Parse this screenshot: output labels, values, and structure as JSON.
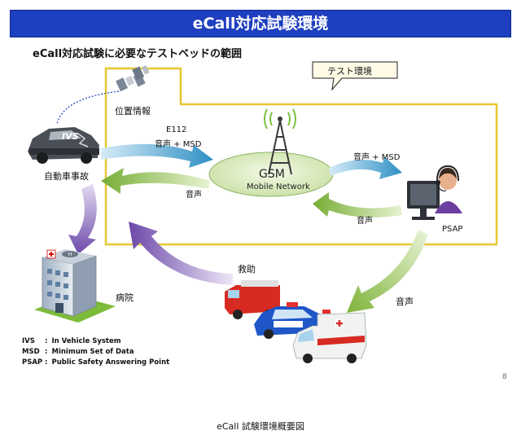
{
  "title": "eCall対応試験環境",
  "subtitle": "eCall対応試験に必要なテストベッドの範囲",
  "test_env_label": "テスト環境",
  "nodes": {
    "location": "位置情報",
    "ivs": "IVS",
    "accident": "自動車事故",
    "network_name": "GSM",
    "network_sub": "Mobile Network",
    "psap": "PSAP",
    "hospital": "病院"
  },
  "flows": {
    "e112": "E112",
    "voice_msd_left": "音声 + MSD",
    "voice_left": "音声",
    "voice_msd_right": "音声 + MSD",
    "voice_right": "音声",
    "rescue": "救助",
    "voice_bottom": "音声"
  },
  "abbreviations": [
    {
      "abbr": "IVS",
      "sep": ":",
      "full": "In Vehicle System"
    },
    {
      "abbr": "MSD",
      "sep": ":",
      "full": "Minimum Set of Data"
    },
    {
      "abbr": "PSAP",
      "sep": ":",
      "full": "Public Safety Answering Point"
    }
  ],
  "page_number": "8",
  "caption": "eCall 試験環境概要図",
  "colors": {
    "title_bar": "#1e3fbf",
    "test_env_border": "#e6c632",
    "arrow_blue": "#3f9fcf",
    "arrow_green": "#8bc34a",
    "arrow_purple": "#7a56b5",
    "gsm_ellipse": "#dcebc0"
  },
  "icons": [
    "satellite-icon",
    "crashed-car-icon",
    "gsm-tower-icon",
    "operator-icon",
    "hospital-icon",
    "fire-truck-icon",
    "police-car-icon",
    "ambulance-icon"
  ]
}
